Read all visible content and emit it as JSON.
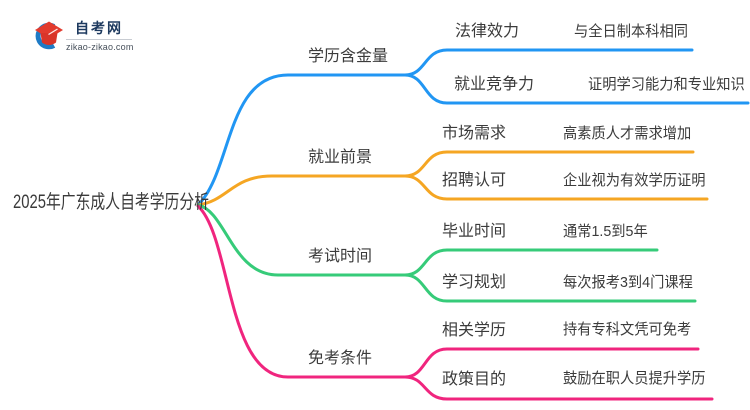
{
  "logo": {
    "site_name": "自考网",
    "site_domain": "zikao-zikao.com",
    "brand_red": "#E23B2E",
    "brand_blue": "#1E7BC6"
  },
  "root": {
    "title": "2025年广东成人自考学历分析"
  },
  "branches": [
    {
      "label": "学历含金量",
      "color": "#2196F3",
      "children": [
        {
          "label": "法律效力",
          "detail": "与全日制本科相同"
        },
        {
          "label": "就业竞争力",
          "detail": "证明学习能力和专业知识"
        }
      ]
    },
    {
      "label": "就业前景",
      "color": "#F5A623",
      "children": [
        {
          "label": "市场需求",
          "detail": "高素质人才需求增加"
        },
        {
          "label": "招聘认可",
          "detail": "企业视为有效学历证明"
        }
      ]
    },
    {
      "label": "考试时间",
      "color": "#36CB79",
      "children": [
        {
          "label": "毕业时间",
          "detail": "通常1.5到5年"
        },
        {
          "label": "学习规划",
          "detail": "每次报考3到4门课程"
        }
      ]
    },
    {
      "label": "免考条件",
      "color": "#F0257E",
      "children": [
        {
          "label": "相关学历",
          "detail": "持有专科文凭可免考"
        },
        {
          "label": "政策目的",
          "detail": "鼓励在职人员提升学历"
        }
      ]
    }
  ]
}
